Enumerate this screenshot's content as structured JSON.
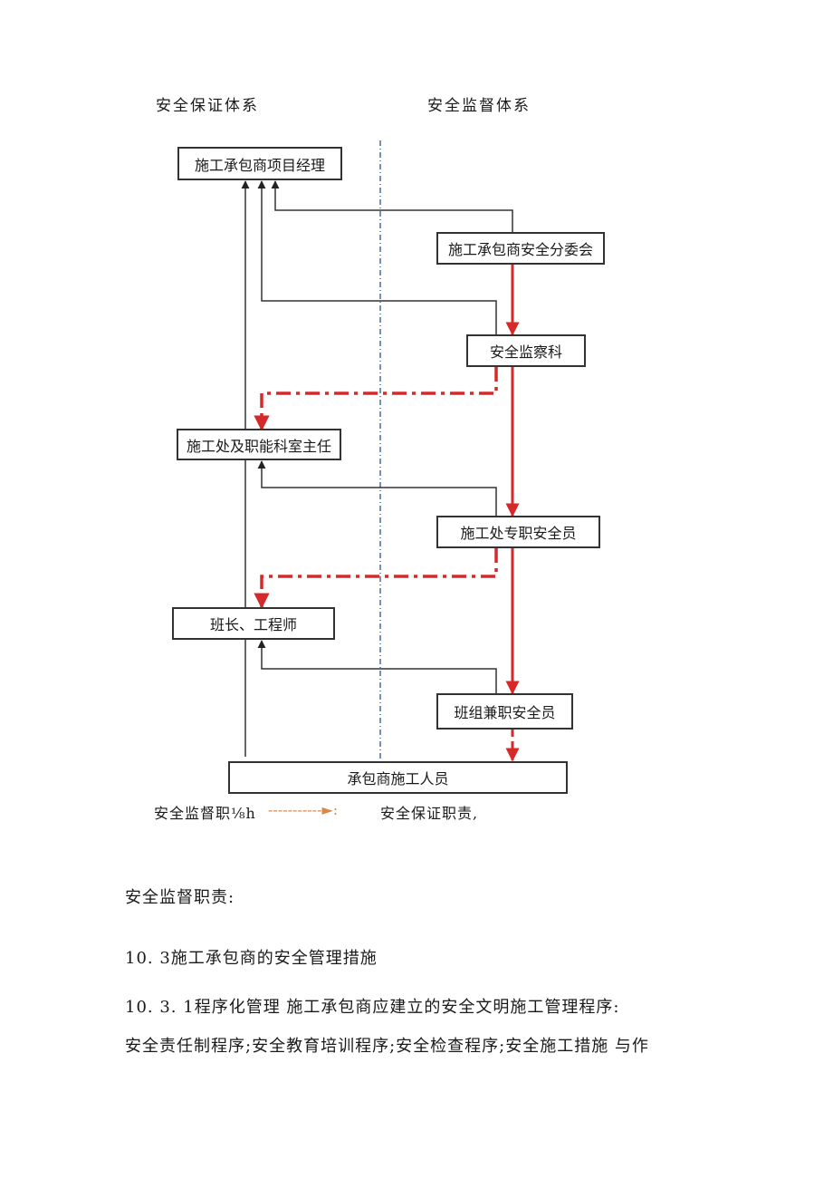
{
  "diagram": {
    "left_header": "安全保证体系",
    "right_header": "安全监督体系",
    "boxes": {
      "project_manager": "施工承包商项目经理",
      "safety_subcommittee": "施工承包商安全分委会",
      "safety_supervision_dept": "安全监察科",
      "division_chief": "施工处及职能科室主任",
      "fulltime_safety_officer": "施工处专职安全员",
      "team_leader": "班长、工程师",
      "parttime_safety_officer": "班组兼职安全员",
      "workers": "承包商施工人员"
    },
    "legend": {
      "supervision_label": "安全监督职⅛h",
      "arrow_tail": "-----------►:",
      "assurance_label": "安全保证职责,"
    },
    "colors": {
      "supervision_red": "#d62a2a",
      "assurance_black": "#333333",
      "divider_blue": "#4a6a9a"
    }
  },
  "text": {
    "p1": "安全监督职责:",
    "p2": "10. 3施工承包商的安全管理措施",
    "p3": "10. 3. 1程序化管理 施工承包商应建立的安全文明施工管理程序:",
    "p4": "安全责任制程序;安全教育培训程序;安全检查程序;安全施工措施 与作"
  }
}
